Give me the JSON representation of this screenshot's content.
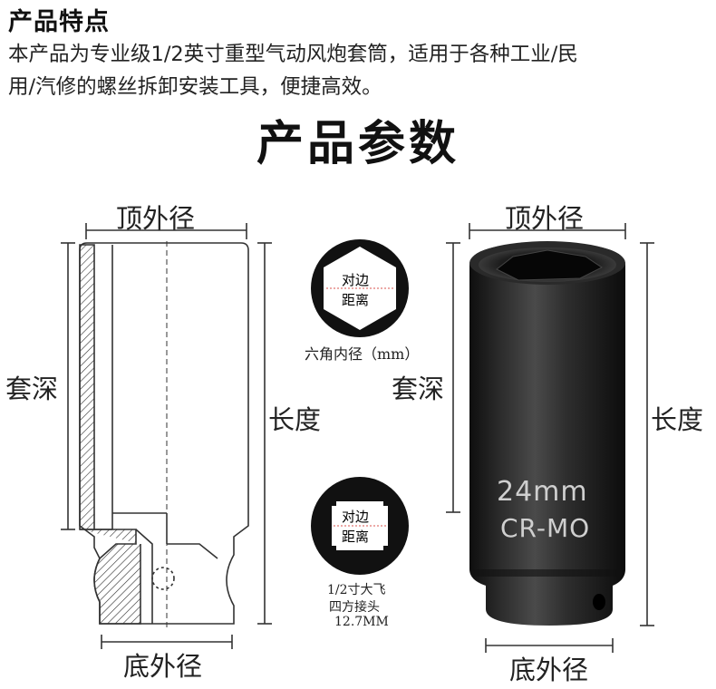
{
  "features": {
    "heading": "产品特点",
    "line1": "本产品为专业级1/2英寸重型气动风炮套筒，适用于各种工业/民",
    "line2": "用/汽修的螺丝拆卸安装工具，便捷高效。"
  },
  "params_title": "产品参数",
  "diagram": {
    "top_outer_diameter": "顶外径",
    "socket_depth": "套深",
    "length": "长度",
    "bottom_outer_diameter": "底外径"
  },
  "hex_badge": {
    "line1": "对边",
    "line2": "距离",
    "caption": "六角内径（mm）"
  },
  "square_badge": {
    "line1": "对边",
    "line2": "距离",
    "caption1": "1/2寸大飞",
    "caption2": "四方接头",
    "caption3": "12.7MM"
  },
  "product": {
    "size_marking": "24mm",
    "material_marking": "CR-MO"
  },
  "photo_labels": {
    "top_outer_diameter": "顶外径",
    "socket_depth": "套深",
    "length": "长度",
    "bottom_outer_diameter": "底外径"
  }
}
